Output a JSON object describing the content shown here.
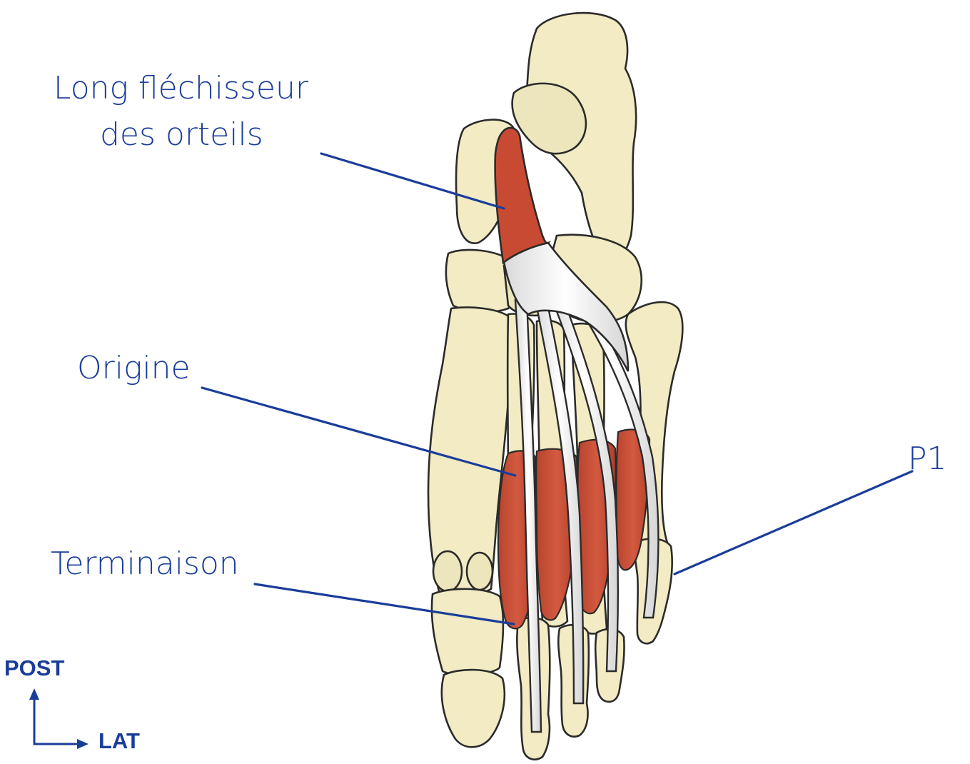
{
  "labels": {
    "muscle_line1": "Long fléchisseur",
    "muscle_line2": "des orteils",
    "origin": "Origine",
    "insertion": "Terminaison",
    "p1": "P1"
  },
  "compass": {
    "vertical": "POST",
    "horizontal": "LAT"
  },
  "colors": {
    "label_blue": "#1a3d9a",
    "bone": "#f2ebc3",
    "muscle": "#c94a33",
    "tendon": "#f0f0f0",
    "outline": "#2b2b2b"
  }
}
